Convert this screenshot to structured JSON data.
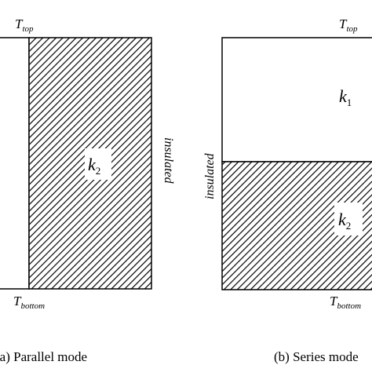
{
  "diagram_a": {
    "top_label": {
      "base": "T",
      "sub": "top"
    },
    "bottom_label": {
      "base": "T",
      "sub": "bottom"
    },
    "conductivity": {
      "base": "k",
      "sub": "2"
    },
    "side_label": "insulated",
    "caption": "(a) Parallel mode"
  },
  "diagram_b": {
    "top_label": {
      "base": "T",
      "sub": "top"
    },
    "bottom_label": {
      "base": "T",
      "sub": "bottom"
    },
    "upper_conductivity": {
      "base": "k",
      "sub": "1"
    },
    "lower_conductivity": {
      "base": "k",
      "sub": "2"
    },
    "side_label": "insulated",
    "caption": "(b) Series mode"
  },
  "colors": {
    "stroke": "#000000",
    "background": "#ffffff",
    "hatch": "#000000"
  }
}
